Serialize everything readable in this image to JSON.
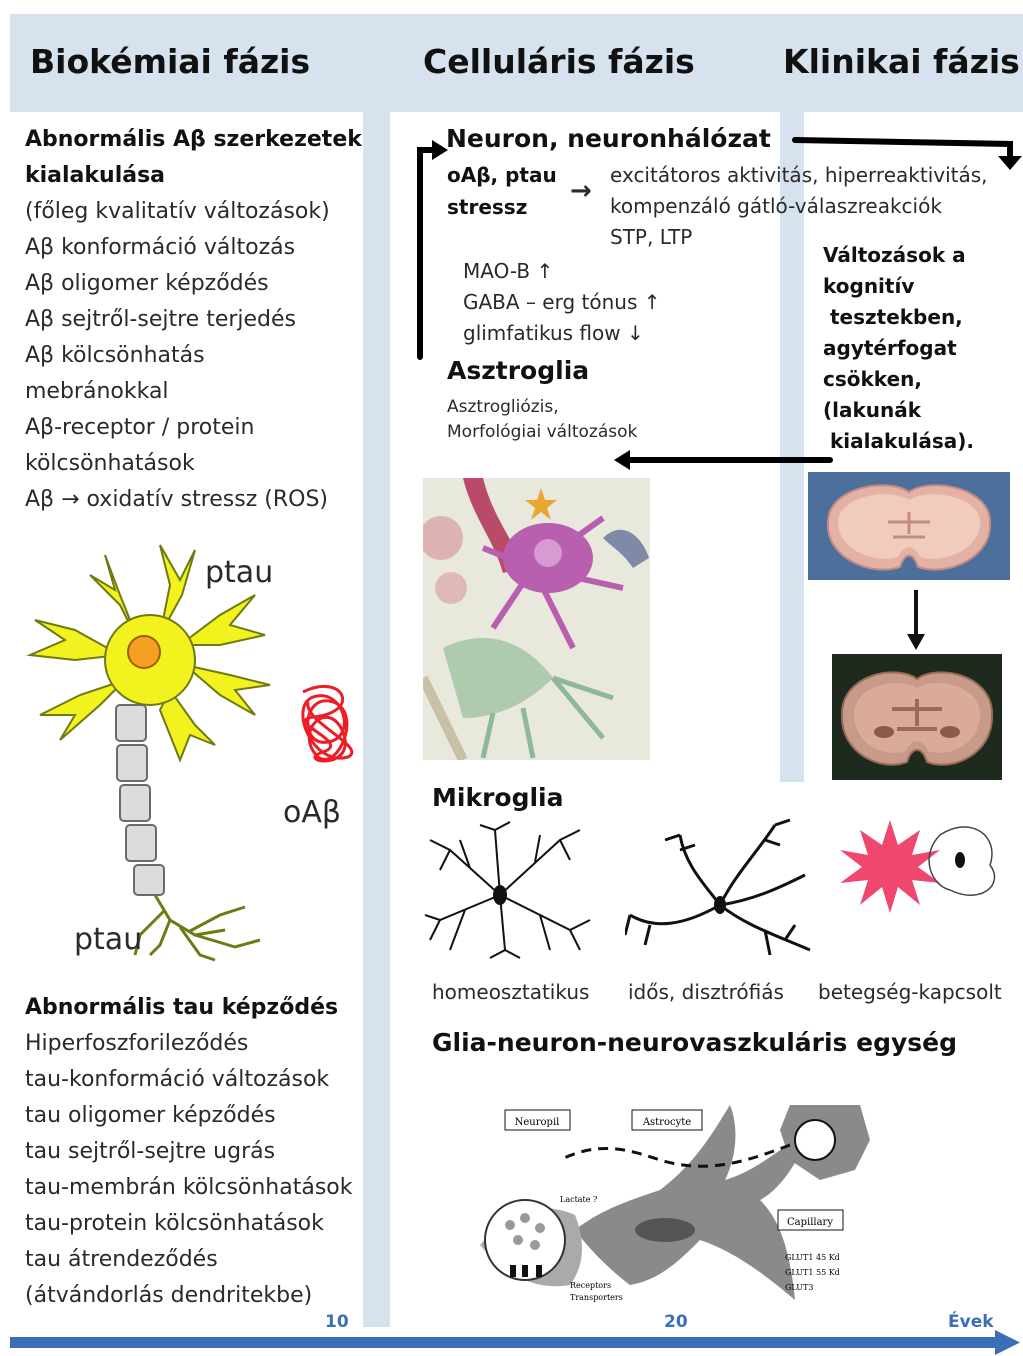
{
  "phases": {
    "biochemical": "Biokémiai fázis",
    "cellular": "Celluláris fázis",
    "clinical": "Klinikai fázis"
  },
  "left": {
    "abeta_title_1": "Abnormális Aβ szerkezetek",
    "abeta_title_2": "kialakulása",
    "abeta_items": [
      "(főleg kvalitatív változások)",
      "Aβ konformáció változás",
      "Aβ oligomer képződés",
      "Aβ sejtről-sejtre terjedés",
      "Aβ kölcsönhatás",
      "mebránokkal",
      "Aβ-receptor / protein",
      "kölcsönhatások",
      "Aβ → oxidatív stressz (ROS)"
    ],
    "ptau_top": "ptau",
    "ptau_bottom": "ptau",
    "oabeta": "oAβ",
    "tau_title": "Abnormális tau képződés",
    "tau_items": [
      "Hiperfoszforileződés",
      "tau-konformáció változások",
      "tau oligomer képződés",
      "tau sejtről-sejtre ugrás",
      "tau-membrán kölcsönhatások",
      "tau-protein kölcsönhatások",
      "tau átrendeződés",
      "(átvándorlás dendritekbe)"
    ]
  },
  "middle": {
    "neuron_title": "Neuron, neuronhálózat",
    "stress_1": "oAβ, ptau",
    "stress_2": "stressz",
    "effects": [
      "excitátoros aktivitás, hiperreaktivitás,",
      "kompenzáló gátló-válaszreakciók",
      "STP, LTP"
    ],
    "markers": [
      "MAO-B ↑",
      "GABA – erg tónus ↑",
      "glimfatikus flow ↓"
    ],
    "astroglia_title": "Asztroglia",
    "astroglia_items": [
      "Asztrogliózis,",
      "Morfológiai változások"
    ],
    "microglia_title": "Mikroglia",
    "microglia_states": [
      "homeosztatikus",
      "idős, disztrófiás",
      "betegség-kapcsolt"
    ],
    "unit_title": "Glia-neuron-neurovaszkuláris egység",
    "schematic": {
      "neuropil": "Neuropil",
      "astrocyte": "Astrocyte",
      "capillary": "Capillary",
      "lactate": "Lactate ?",
      "receptors": "Receptors",
      "transporters": "Transporters",
      "glut1_45": "GLUT1 45 Kd",
      "glut1_55": "GLUT1 55 Kd",
      "glut3": "GLUT3"
    }
  },
  "right": {
    "changes": [
      "Változások a",
      "kognitív",
      " tesztekben,",
      "agytérfogat",
      "csökken,",
      "(lakunák",
      " kialakulása)."
    ]
  },
  "timeline": {
    "tick_10": "10",
    "tick_20": "20",
    "years": "Évek"
  },
  "colors": {
    "header_band": "#d6e2ee",
    "neuron_yellow": "#f2f21e",
    "nucleus_orange": "#f4a020",
    "oligomer_red": "#ee1c24",
    "microglia_pink": "#f0476e",
    "timeline_blue": "#3a6fb5"
  }
}
